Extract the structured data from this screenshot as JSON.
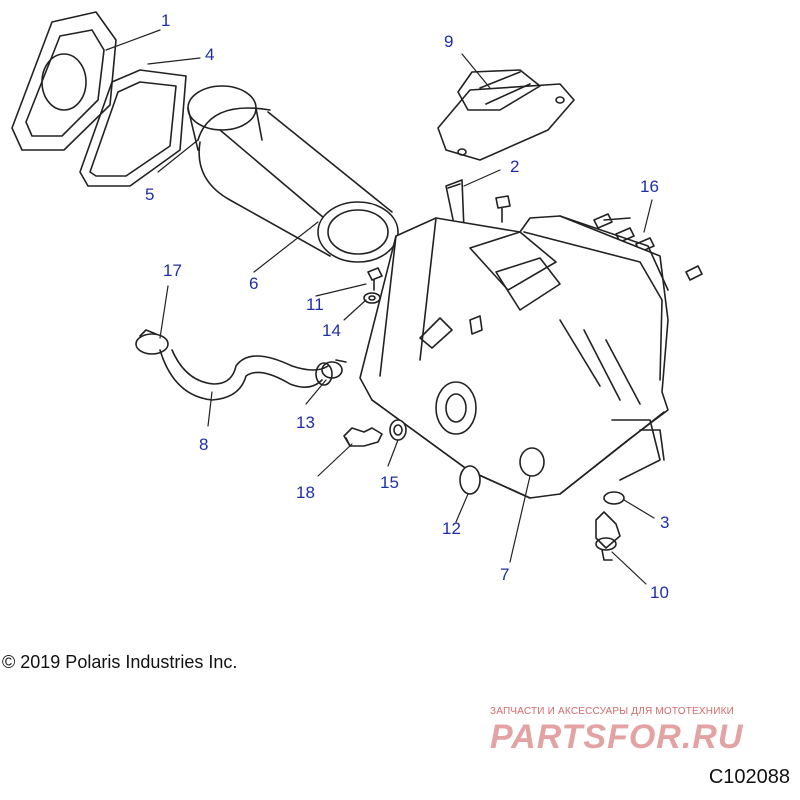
{
  "callouts": {
    "c1": "1",
    "c2": "2",
    "c3": "3",
    "c4": "4",
    "c5": "5",
    "c6": "6",
    "c7": "7",
    "c8": "8",
    "c9": "9",
    "c10": "10",
    "c11": "11",
    "c12": "12",
    "c13": "13",
    "c14": "14",
    "c15": "15",
    "c16": "16",
    "c17": "17",
    "c18": "18"
  },
  "footer": {
    "copyright": "© 2019 Polaris Industries Inc.",
    "watermark_tagline": "ЗАПЧАСТИ И АКСЕССУАРЫ ДЛЯ МОТОТЕХНИКИ",
    "watermark_logo": "PARTSFOR.RU",
    "diagram_code": "C102088"
  },
  "colors": {
    "callout": "#1f2ea8",
    "line": "#222222",
    "watermark": "#e3a3a3"
  }
}
